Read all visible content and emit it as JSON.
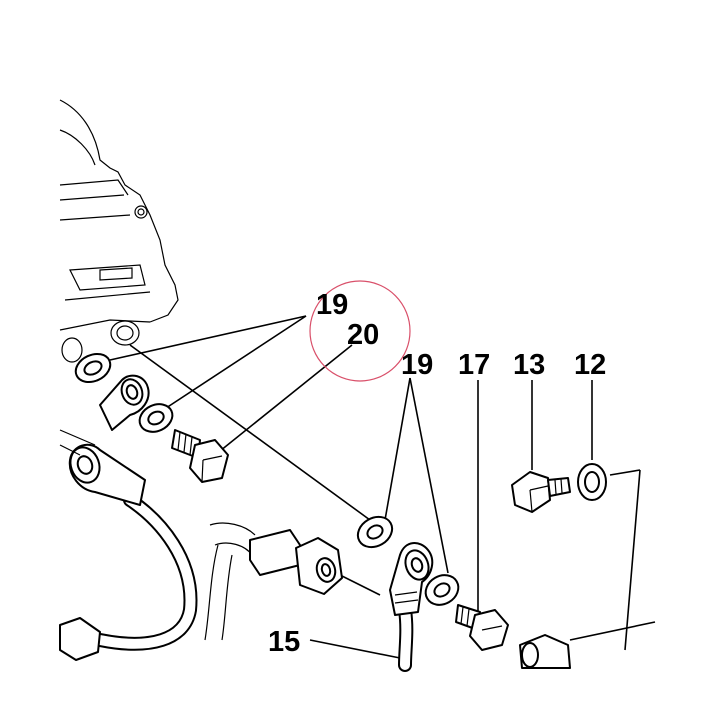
{
  "diagram": {
    "callouts": {
      "c19a": "19",
      "c20": "20",
      "c19b": "19",
      "c17": "17",
      "c13": "13",
      "c12": "12",
      "c15": "15"
    },
    "highlight_color": "#d9506a",
    "line_color": "#000000"
  }
}
